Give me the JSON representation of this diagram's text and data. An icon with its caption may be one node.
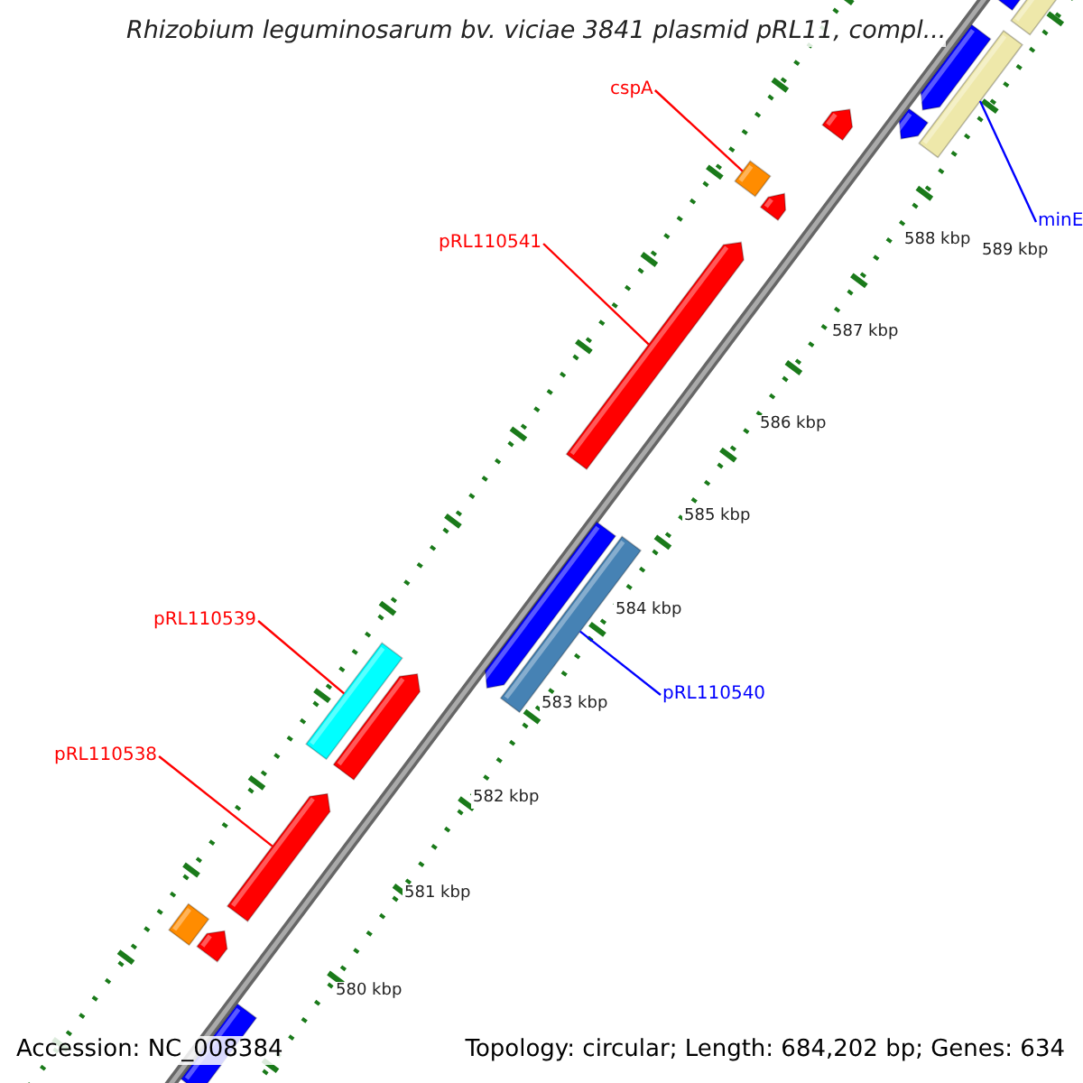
{
  "diagram": {
    "title": "Rhizobium leguminosarum bv. viciae 3841 plasmid pRL11, compl...",
    "nodes": [
      {
        "text": [
          "cspA"
        ]
      },
      {
        "text": [],
        "shape": "diamond"
      },
      {
        "text": [
          "pRL110541"
        ]
      },
      {
        "text": [],
        "shape": "arrow"
      },
      {
        "text": [
          "pRL110539"
        ]
      },
      {
        "text": [],
        "shape": "bar"
      },
      {
        "text": [
          "pRL110538"
        ]
      },
      {
        "text": [],
        "shape": "arrow"
      },
      {
        "text": [
          "pRL110540"
        ]
      },
      {
        "text": [],
        "shape": "bar"
      },
      {
        "text": [
          "minE"
        ]
      },
      {
        "text": [],
        "shape": "bar"
      },
      {
        "text": [],
        "shape": "bar"
      },
      {
        "text": [],
        "shape": "bar"
      },
      {
        "text": [],
        "shape": "arrow"
      },
      {
        "text": [],
        "shape": "arrow"
      },
      {
        "text": [],
        "shape": "arrow"
      },
      {
        "text": [],
        "shape": "arrow"
      },
      {
        "text": [],
        "shape": "arrow"
      },
      {
        "text": [],
        "shape": "arrow"
      },
      {
        "text": [],
        "shape": "diamond"
      },
      {
        "text": [],
        "shape": "arrow"
      },
      {
        "text": [],
        "shape": "bar"
      }
    ],
    "edges": [
      {
        "from": 0,
        "to": 1,
        "arrow": "none"
      },
      {
        "from": 2,
        "to": 3,
        "arrow": "none"
      },
      {
        "from": 4,
        "to": 5,
        "arrow": "none"
      },
      {
        "from": 6,
        "to": 7,
        "arrow": "none"
      },
      {
        "from": 8,
        "to": 9,
        "arrow": "none",
        "color": "#0000ff"
      },
      {
        "from": 10,
        "to": 11,
        "arrow": "none",
        "color": "#0000ff"
      }
    ],
    "labels": [
      "589 kbp",
      "588 kbp",
      "587 kbp",
      "586 kbp",
      "585 kbp",
      "584 kbp",
      "583 kbp",
      "582 kbp",
      "581 kbp",
      "580 kbp",
      "Accession: NC_008384",
      "Topology: circular; Length: 684,202 bp; Genes: 634"
    ]
  }
}
